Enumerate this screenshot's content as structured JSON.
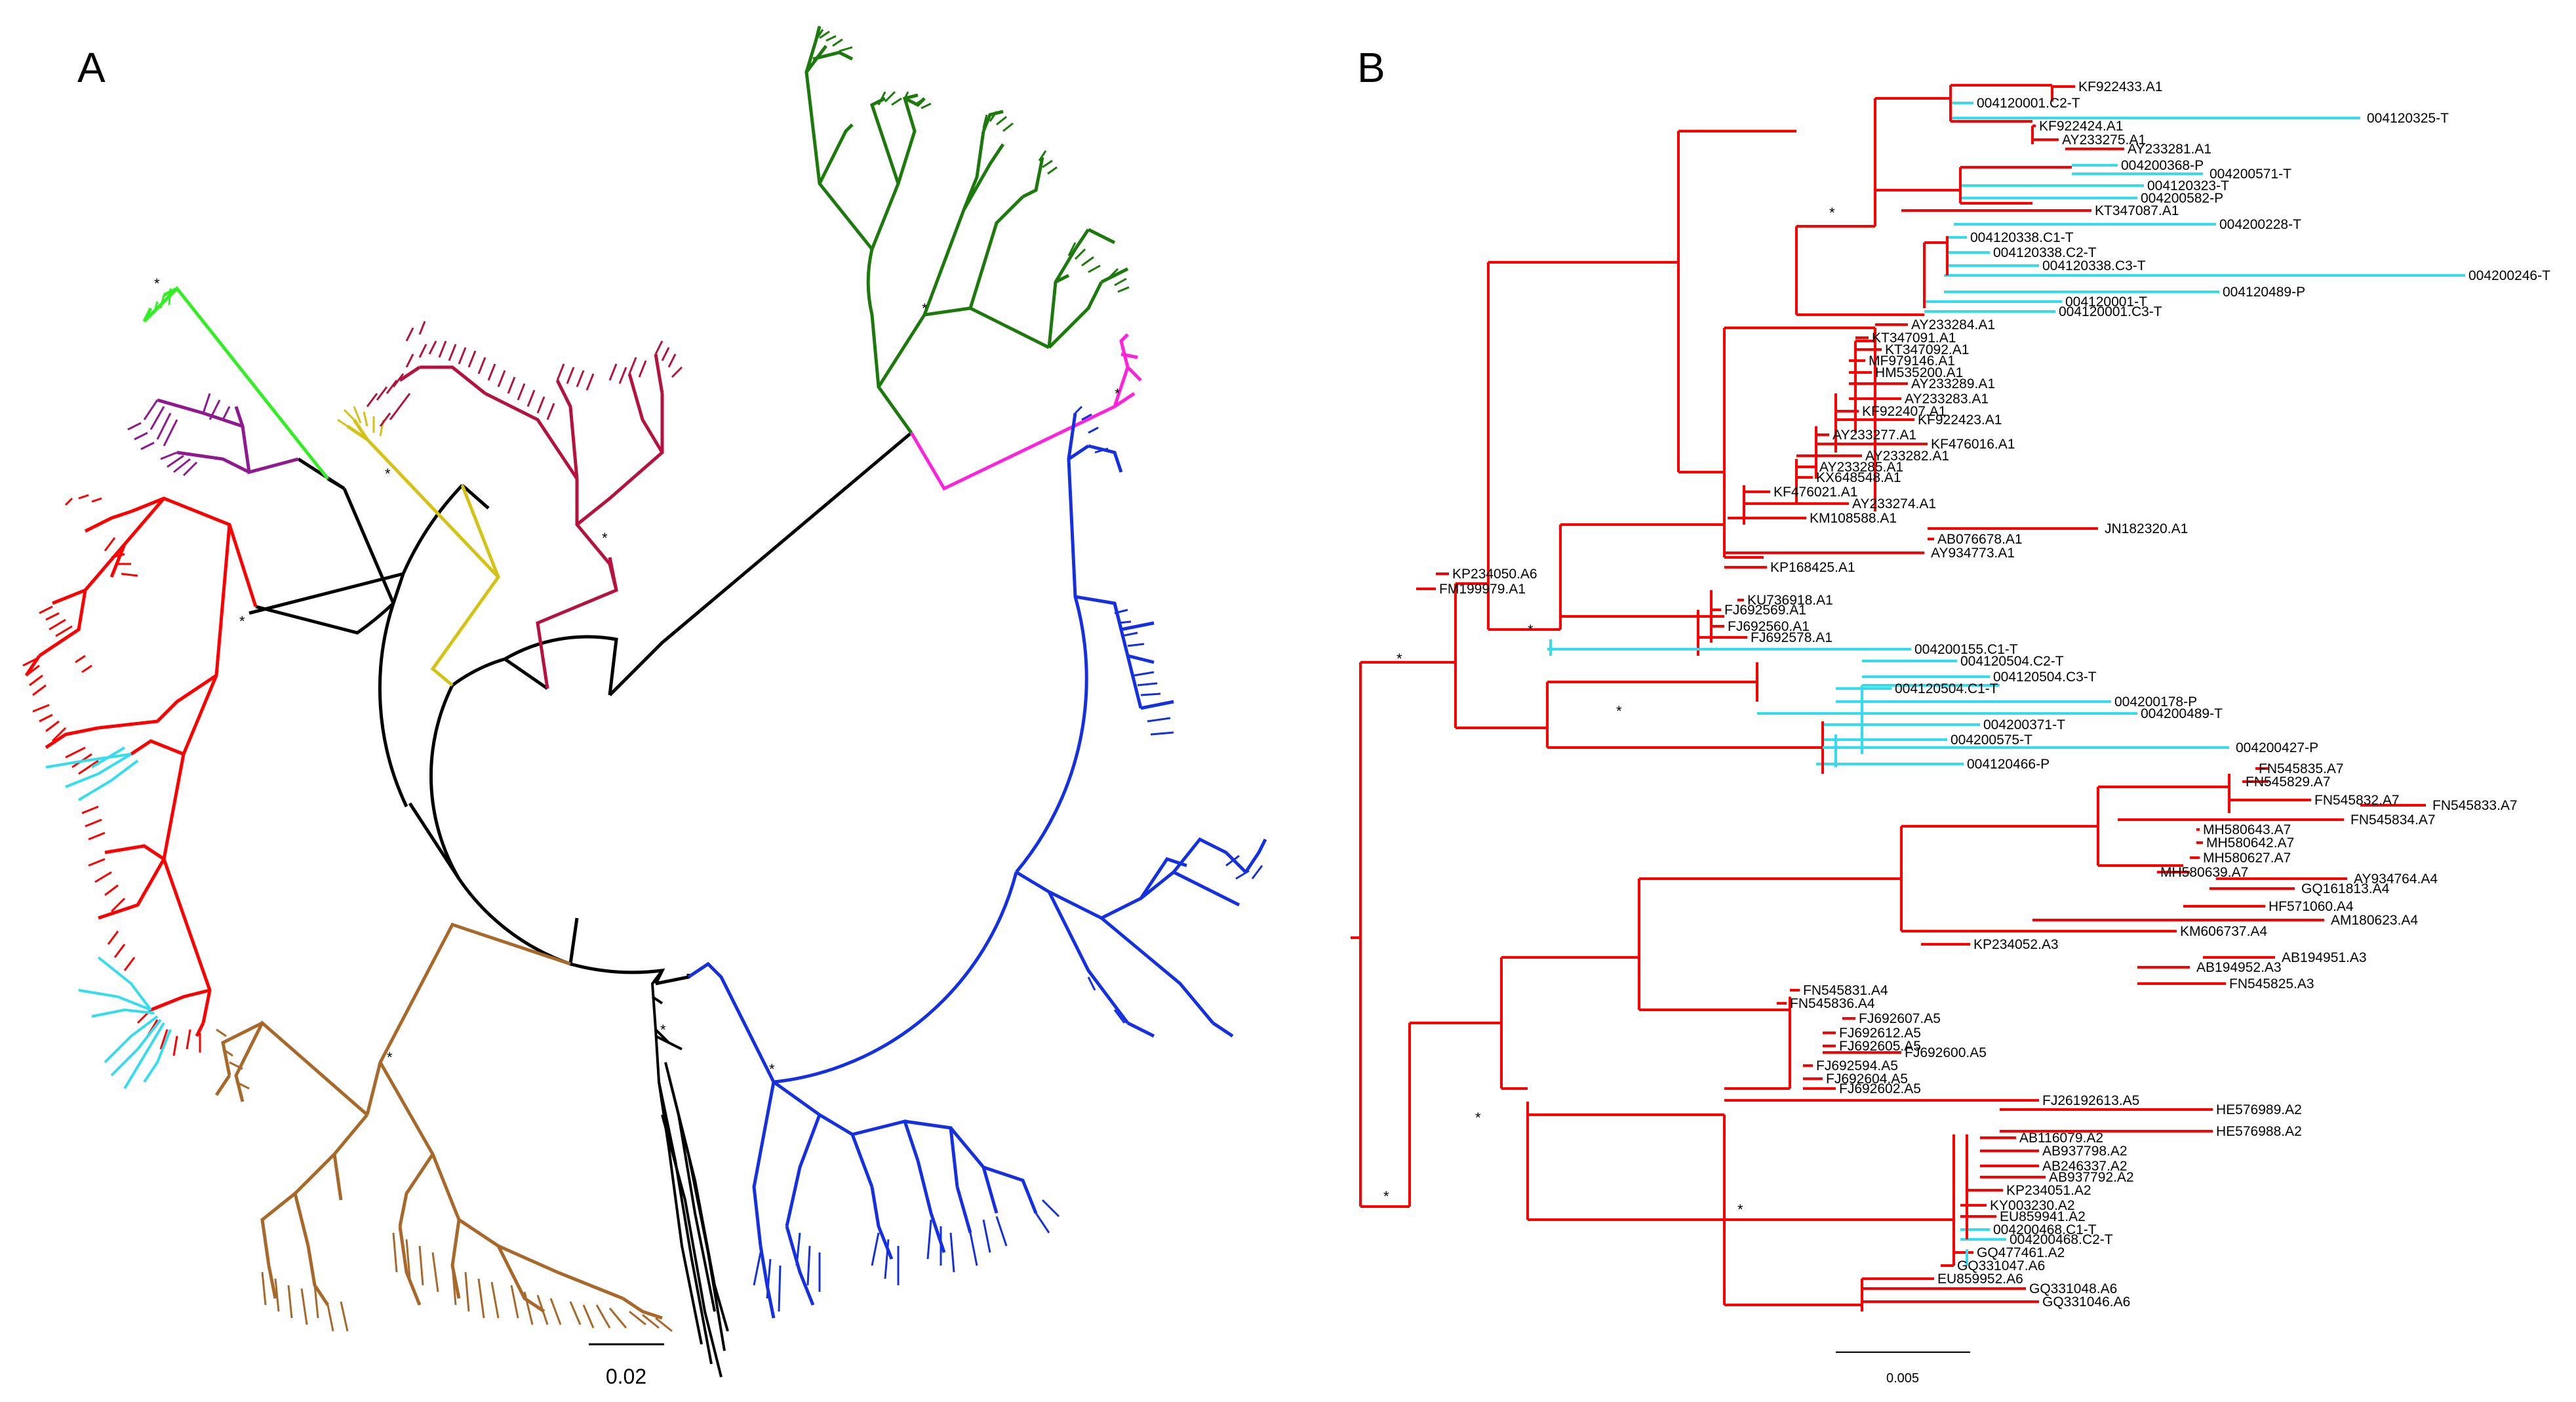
{
  "panels": {
    "a": {
      "letter": "A",
      "scale_label": "0.02",
      "support_mark": "*"
    },
    "b": {
      "letter": "B",
      "scale_label": "0.005",
      "support_mark": "*"
    }
  },
  "colors": {
    "black": "#000000",
    "red": "#ff0000",
    "cyan": "#33ddee",
    "green": "#1c7a0c",
    "lime": "#33ee22",
    "purple": "#8f1a8f",
    "olive_yellow": "#d4c214",
    "crimson": "#b5123d",
    "magenta": "#ff22dd",
    "blue": "#1530e0",
    "brown": "#a8682a"
  },
  "tree_b": {
    "leaves": [
      {
        "label": "KF922433.A1",
        "color": "red"
      },
      {
        "label": "004120001.C2-T",
        "color": "cyan"
      },
      {
        "label": "004120325-T",
        "color": "cyan"
      },
      {
        "label": "KF922424.A1",
        "color": "red"
      },
      {
        "label": "AY233275.A1",
        "color": "red"
      },
      {
        "label": "AY233281.A1",
        "color": "red"
      },
      {
        "label": "004200368-P",
        "color": "cyan"
      },
      {
        "label": "004200571-T",
        "color": "cyan"
      },
      {
        "label": "004120323-T",
        "color": "cyan"
      },
      {
        "label": "004200582-P",
        "color": "cyan"
      },
      {
        "label": "KT347087.A1",
        "color": "red"
      },
      {
        "label": "004200228-T",
        "color": "cyan"
      },
      {
        "label": "004120338.C1-T",
        "color": "cyan"
      },
      {
        "label": "004120338.C2-T",
        "color": "cyan"
      },
      {
        "label": "004120338.C3-T",
        "color": "cyan"
      },
      {
        "label": "004200246-T",
        "color": "cyan"
      },
      {
        "label": "004120489-P",
        "color": "cyan"
      },
      {
        "label": "004120001-T",
        "color": "cyan"
      },
      {
        "label": "004120001.C3-T",
        "color": "cyan"
      },
      {
        "label": "AY233284.A1",
        "color": "red"
      },
      {
        "label": "KT347091.A1",
        "color": "red"
      },
      {
        "label": "KT347092.A1",
        "color": "red"
      },
      {
        "label": "MF979146.A1",
        "color": "red"
      },
      {
        "label": "HM535200.A1",
        "color": "red"
      },
      {
        "label": "AY233289.A1",
        "color": "red"
      },
      {
        "label": "AY233283.A1",
        "color": "red"
      },
      {
        "label": "KF922407.A1",
        "color": "red"
      },
      {
        "label": "KF922423.A1",
        "color": "red"
      },
      {
        "label": "AY233277.A1",
        "color": "red"
      },
      {
        "label": "KF476016.A1",
        "color": "red"
      },
      {
        "label": "AY233282.A1",
        "color": "red"
      },
      {
        "label": "AY233285.A1",
        "color": "red"
      },
      {
        "label": "KX648548.A1",
        "color": "red"
      },
      {
        "label": "KF476021.A1",
        "color": "red"
      },
      {
        "label": "AY233274.A1",
        "color": "red"
      },
      {
        "label": "KM108588.A1",
        "color": "red"
      },
      {
        "label": "AB076678.A1",
        "color": "red"
      },
      {
        "label": "JN182320.A1",
        "color": "red"
      },
      {
        "label": "KP168425.A1",
        "color": "red"
      },
      {
        "label": "AY934773.A1",
        "color": "red"
      },
      {
        "label": "KP234050.A6",
        "color": "red"
      },
      {
        "label": "FM199979.A1",
        "color": "red"
      },
      {
        "label": "KU736918.A1",
        "color": "red"
      },
      {
        "label": "FJ692569.A1",
        "color": "red"
      },
      {
        "label": "FJ692560.A1",
        "color": "red"
      },
      {
        "label": "FJ692578.A1",
        "color": "red"
      },
      {
        "label": "004200155.C1-T",
        "color": "cyan"
      },
      {
        "label": "004120504.C2-T",
        "color": "cyan"
      },
      {
        "label": "004120504.C3-T",
        "color": "cyan"
      },
      {
        "label": "004120504.C1-T",
        "color": "cyan"
      },
      {
        "label": "004200178-P",
        "color": "cyan"
      },
      {
        "label": "004200489-T",
        "color": "cyan"
      },
      {
        "label": "004200371-T",
        "color": "cyan"
      },
      {
        "label": "004200575-T",
        "color": "cyan"
      },
      {
        "label": "004200427-P",
        "color": "cyan"
      },
      {
        "label": "004120466-P",
        "color": "cyan"
      },
      {
        "label": "FN545835.A7",
        "color": "red"
      },
      {
        "label": "FN545829.A7",
        "color": "red"
      },
      {
        "label": "FN545832.A7",
        "color": "red"
      },
      {
        "label": "FN545833.A7",
        "color": "red"
      },
      {
        "label": "FN545834.A7",
        "color": "red"
      },
      {
        "label": "MH580643.A7",
        "color": "red"
      },
      {
        "label": "MH580642.A7",
        "color": "red"
      },
      {
        "label": "MH580627.A7",
        "color": "red"
      },
      {
        "label": "MH580639.A7",
        "color": "red"
      },
      {
        "label": "AY934764.A4",
        "color": "red"
      },
      {
        "label": "GQ161813.A4",
        "color": "red"
      },
      {
        "label": "HF571060.A4",
        "color": "red"
      },
      {
        "label": "AM180623.A4",
        "color": "red"
      },
      {
        "label": "KM606737.A4",
        "color": "red"
      },
      {
        "label": "KP234052.A3",
        "color": "red"
      },
      {
        "label": "AB194951.A3",
        "color": "red"
      },
      {
        "label": "AB194952.A3",
        "color": "red"
      },
      {
        "label": "FN545825.A3",
        "color": "red"
      },
      {
        "label": "FN545831.A4",
        "color": "red"
      },
      {
        "label": "FN545836.A4",
        "color": "red"
      },
      {
        "label": "FJ692607.A5",
        "color": "red"
      },
      {
        "label": "FJ692612.A5",
        "color": "red"
      },
      {
        "label": "FJ692605.A5",
        "color": "red"
      },
      {
        "label": "FJ692600.A5",
        "color": "red"
      },
      {
        "label": "FJ692594.A5",
        "color": "red"
      },
      {
        "label": "FJ692604.A5",
        "color": "red"
      },
      {
        "label": "FJ692602.A5",
        "color": "red"
      },
      {
        "label": "FJ26192613.A5",
        "color": "red"
      },
      {
        "label": "HE576989.A2",
        "color": "red"
      },
      {
        "label": "HE576988.A2",
        "color": "red"
      },
      {
        "label": "AB116079.A2",
        "color": "red"
      },
      {
        "label": "AB937798.A2",
        "color": "red"
      },
      {
        "label": "AB246337.A2",
        "color": "red"
      },
      {
        "label": "AB937792.A2",
        "color": "red"
      },
      {
        "label": "KP234051.A2",
        "color": "red"
      },
      {
        "label": "KY003230.A2",
        "color": "red"
      },
      {
        "label": "EU859941.A2",
        "color": "red"
      },
      {
        "label": "004200468.C1-T",
        "color": "cyan"
      },
      {
        "label": "004200468.C2-T",
        "color": "cyan"
      },
      {
        "label": "GQ477461.A2",
        "color": "red"
      },
      {
        "label": "GQ331047.A6",
        "color": "red"
      },
      {
        "label": "EU859952.A6",
        "color": "red"
      },
      {
        "label": "GQ331048.A6",
        "color": "red"
      },
      {
        "label": "GQ331046.A6",
        "color": "red"
      }
    ]
  }
}
